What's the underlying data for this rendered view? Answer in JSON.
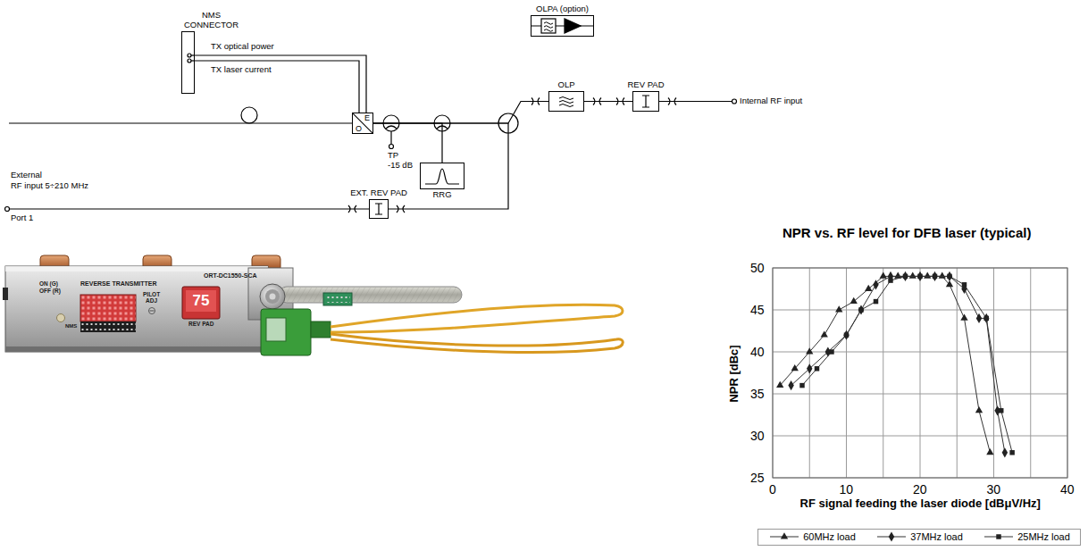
{
  "diagram": {
    "nodes": [
      {
        "text": [
          "NMS CONNECTOR"
        ]
      },
      {
        "text": [
          "OLPA (option)"
        ]
      },
      {
        "text": [
          "E",
          "O"
        ]
      },
      {
        "text": [
          "OLP"
        ]
      },
      {
        "text": [
          "REV PAD"
        ]
      },
      {
        "text": [
          "RRG"
        ]
      },
      {
        "text": [
          "EXT. REV PAD"
        ]
      }
    ],
    "edges": [
      {
        "from": 0,
        "to": 2,
        "arrow": "none"
      },
      {
        "from": 0,
        "to": 2,
        "arrow": "none"
      },
      {
        "from": 3,
        "to": 2,
        "arrow": "none"
      },
      {
        "from": 4,
        "to": 3,
        "arrow": "none"
      },
      {
        "from": 6,
        "to": 2,
        "arrow": "none"
      },
      {
        "from": 5,
        "to": 2,
        "arrow": "none"
      }
    ],
    "labels": [
      "TX optical power",
      "TX laser current",
      "TP",
      "-15 dB",
      "Internal RF input",
      "External",
      "RF input 5÷210 MHz",
      "Port 1",
      "REVERSE TRANSMITTER",
      "ORT-DC1550-SCA",
      "ON (G)",
      "OFF (R)",
      "NMS",
      "PILOT ADJ",
      "75",
      "REV PAD",
      "NPR vs. RF level for DFB laser (typical)",
      "NPR [dBc]",
      "50",
      "45",
      "40",
      "35",
      "30",
      "25",
      "0",
      "10",
      "20",
      "30",
      "40",
      "RF signal feeding the laser diode [dBμV/Hz]"
    ],
    "legend": [
      {
        "text": "60MHz load"
      },
      {
        "text": "37MHz load"
      },
      {
        "text": "25MHz load"
      }
    ]
  }
}
